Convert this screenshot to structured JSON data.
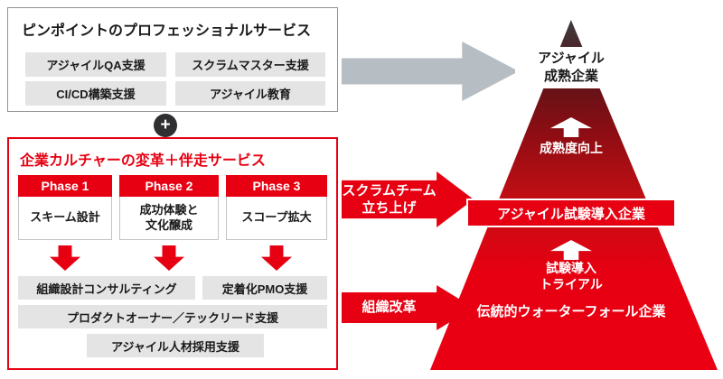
{
  "top_box": {
    "title": "ピンポイントのプロフェッショナルサービス",
    "items": [
      {
        "label": "アジャイルQA支援"
      },
      {
        "label": "スクラムマスター支援"
      },
      {
        "label": "CI/CD構築支援"
      },
      {
        "label": "アジャイル教育"
      }
    ]
  },
  "plus_sign": "+",
  "culture_box": {
    "title": "企業カルチャーの変革＋伴走サービス",
    "phases": [
      {
        "header": "Phase 1",
        "body": "スキーム設計"
      },
      {
        "header": "Phase 2",
        "body": "成功体験と\n文化醸成"
      },
      {
        "header": "Phase 3",
        "body": "スコープ拡大"
      }
    ],
    "supports": [
      "組織設計コンサルティング",
      "定着化PMO支援",
      "プロダクトオーナー／テックリード支援",
      "アジャイル人材採用支援"
    ]
  },
  "arrows": {
    "scrum_team": "スクラムチーム\n立ち上げ",
    "org_reform": "組織改革"
  },
  "pyramid": {
    "top_label": "アジャイル\n成熟企業",
    "maturity_up": "成熟度向上",
    "trial_company": "アジャイル試験導入企業",
    "trial_up": "試験導入\nトライアル",
    "base_label": "伝統的ウォーターフォール企業"
  },
  "colors": {
    "red": "#e60012",
    "gray_chip": "#e4e4e4",
    "gray_arrow": "#b7bec3"
  }
}
